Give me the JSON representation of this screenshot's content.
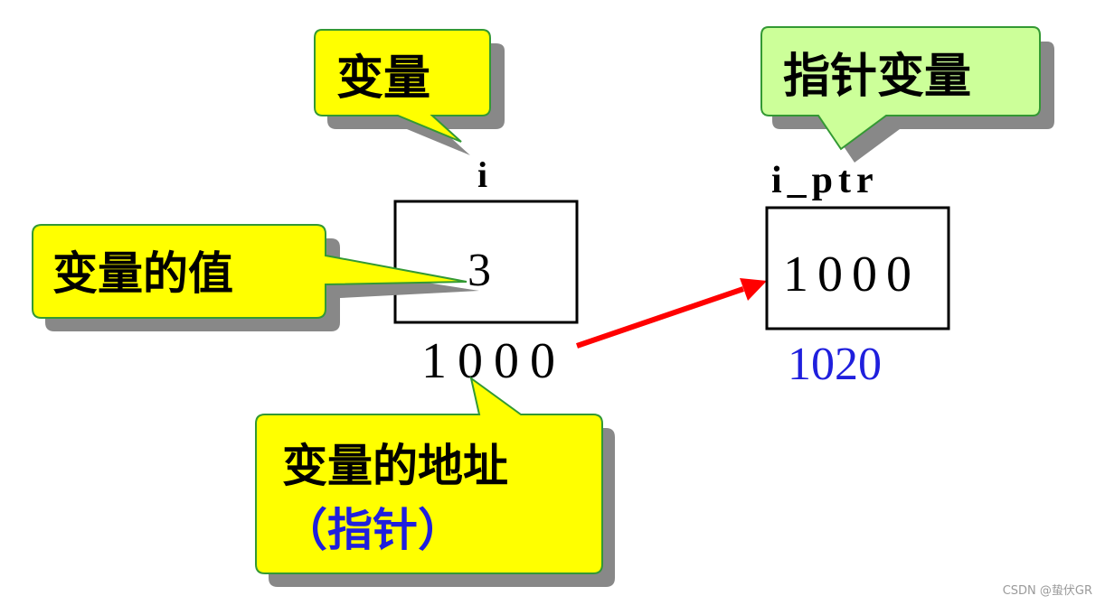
{
  "callouts": {
    "variable": "变量",
    "pointer_variable": "指针变量",
    "variable_value": "变量的值",
    "variable_address_line1": "变量的地址",
    "variable_address_line2": "（指针）"
  },
  "var_i": {
    "name": "i",
    "value": "3",
    "address": "1000"
  },
  "var_ptr": {
    "name": "i_ptr",
    "value": "1000",
    "address": "1020"
  },
  "watermark": "CSDN @蛰伏GR",
  "colors": {
    "callout_yellow": "#ffff00",
    "callout_green": "#ccff99",
    "callout_border": "#339933",
    "arrow": "#ff0000",
    "address_blue": "#1f1fdd",
    "pointer_text_blue": "#1f1fdd"
  }
}
